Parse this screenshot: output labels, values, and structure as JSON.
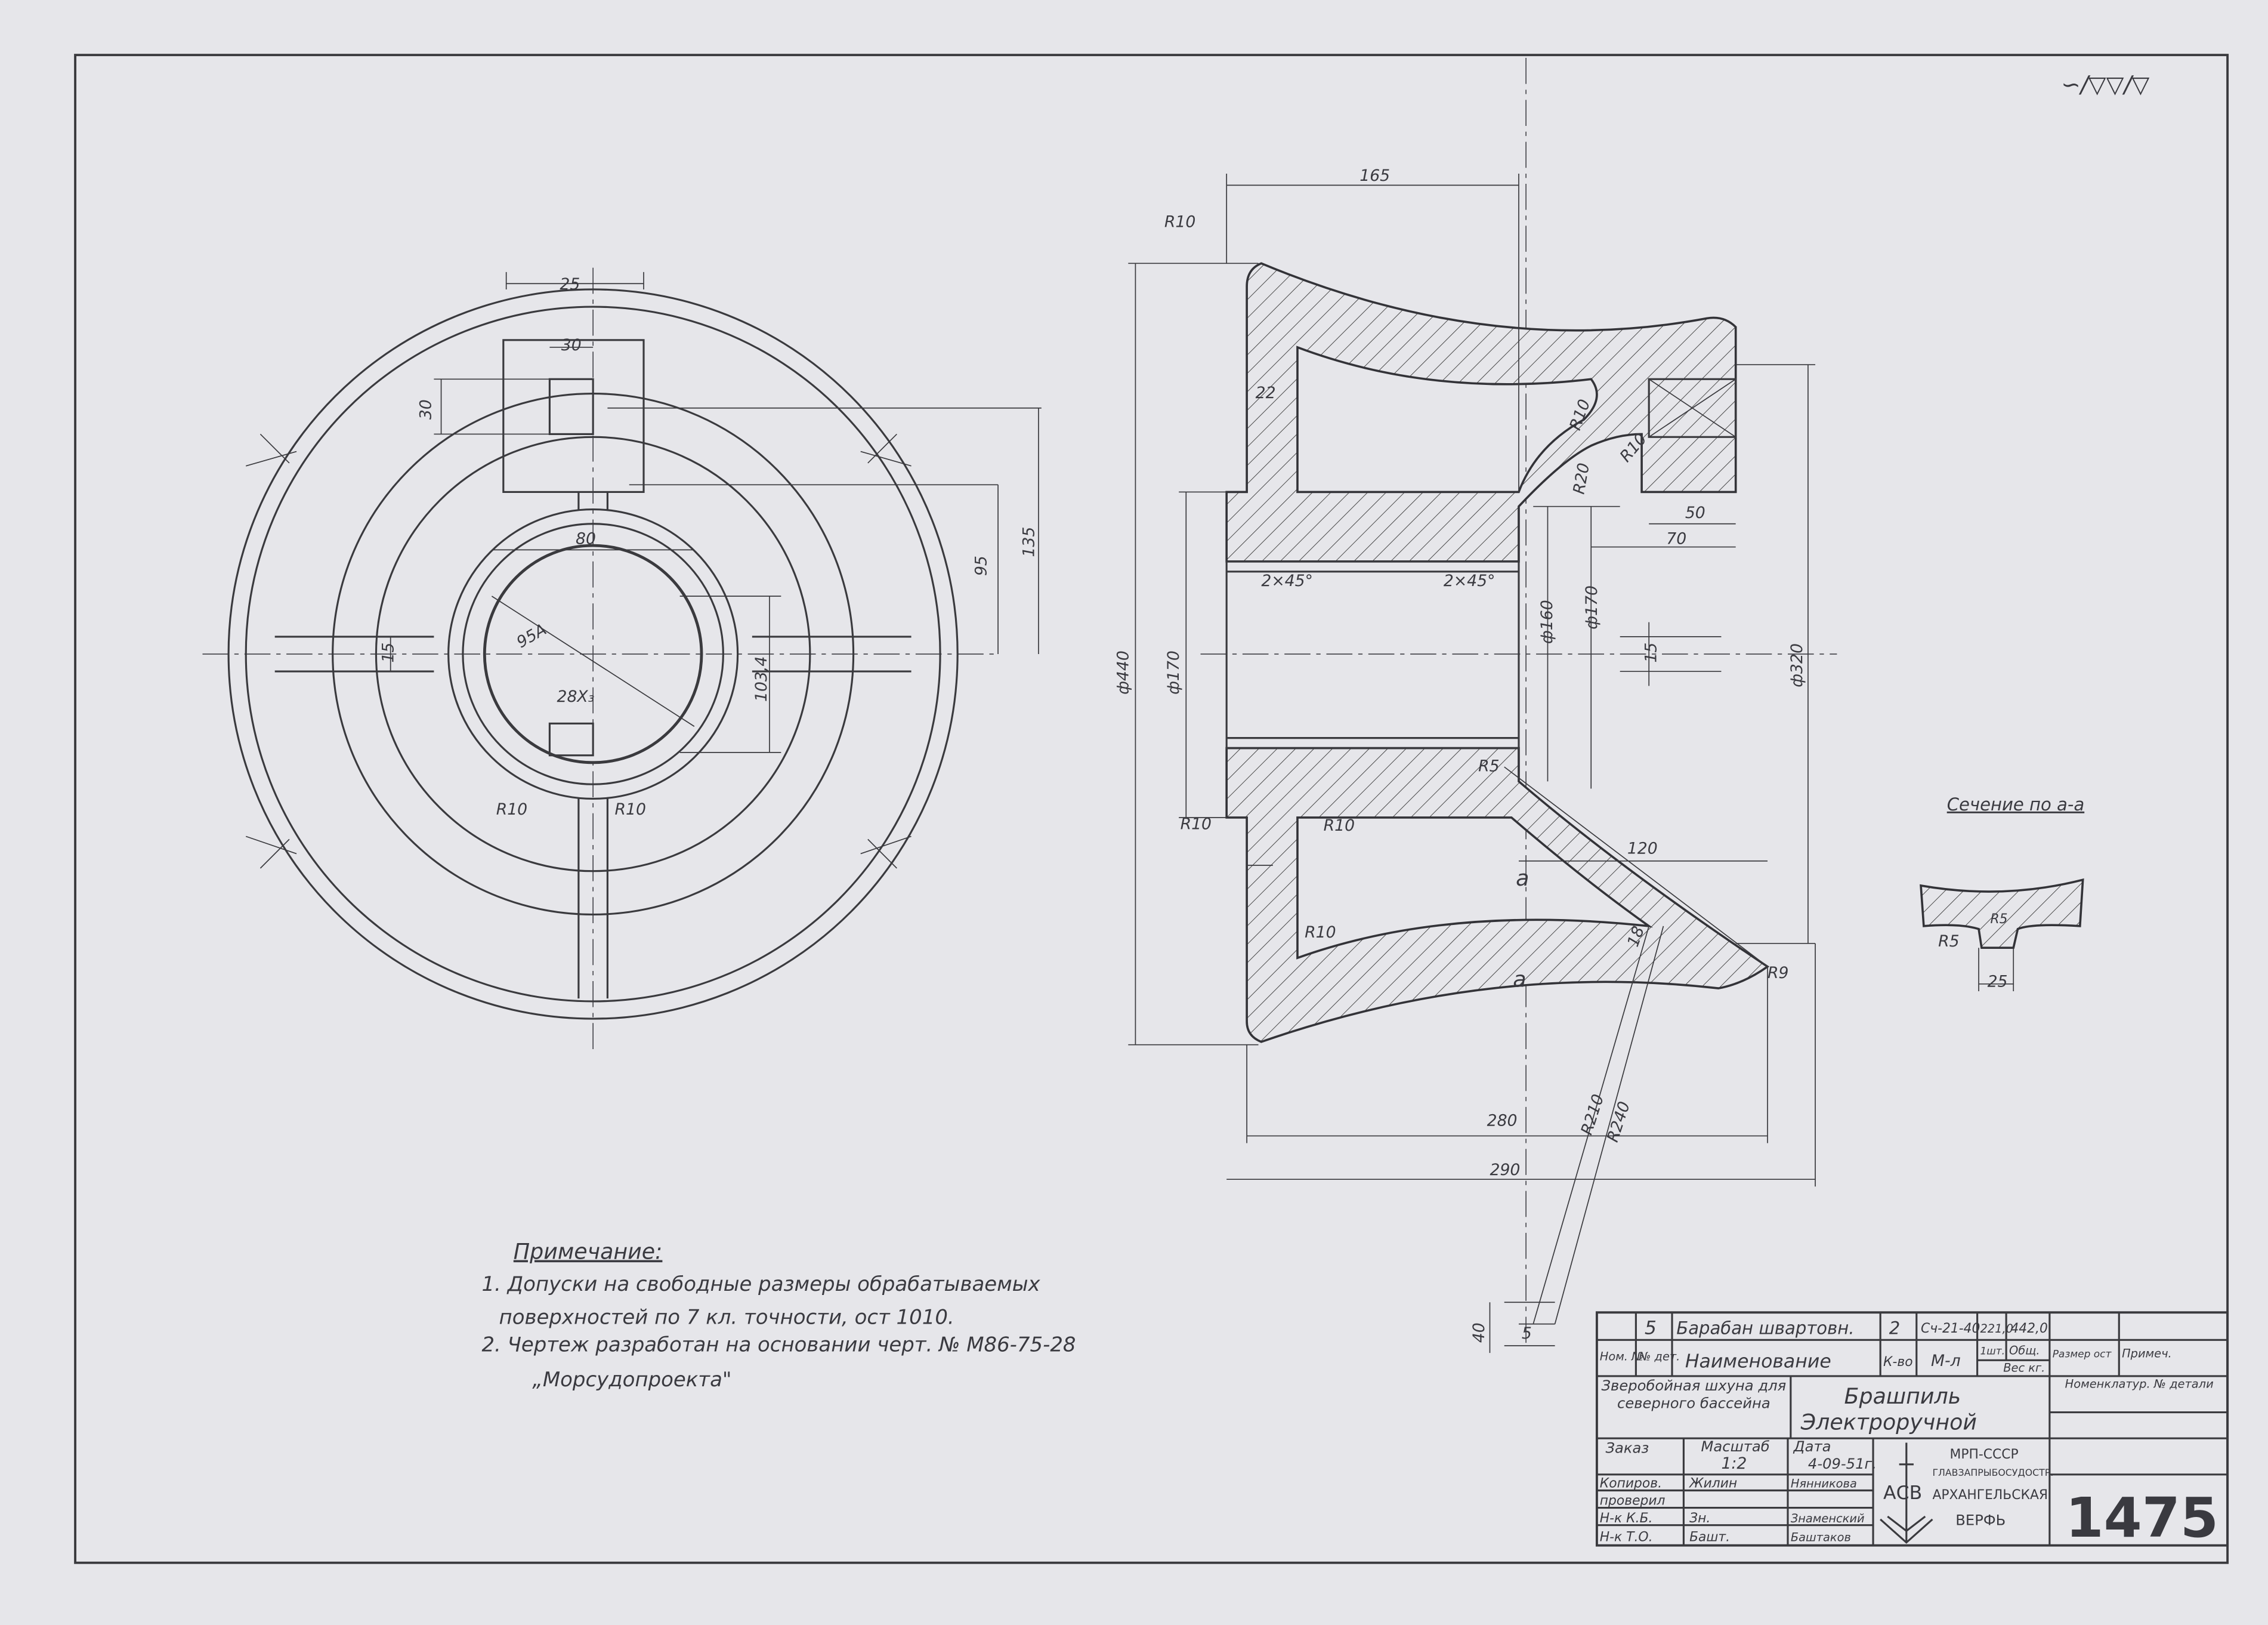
{
  "surface_symbol": "∽/▽▽/▽",
  "left_view_dims": {
    "d25": "25",
    "d30a": "30",
    "d30b": "30",
    "d135": "135",
    "d95": "95",
    "d80": "80",
    "d95A": "95A",
    "d15": "15",
    "d28x3": "28X₃",
    "d103_4": "103,4",
    "r10a": "R10",
    "r10b": "R10"
  },
  "section_dims": {
    "d165": "165",
    "r10_top": "R10",
    "d22": "22",
    "phi440": "ф440",
    "phi170_left": "ф170",
    "chamfer_left": "2×45°",
    "chamfer_right": "2×45°",
    "phi160": "ф160",
    "phi170_right": "ф170",
    "d15": "15",
    "phi320": "ф320",
    "r10_1": "R10",
    "r10_2": "R10",
    "r20": "R20",
    "d50": "50",
    "d70": "70",
    "r5": "R5",
    "r10_3": "R10",
    "r10_4": "R10",
    "d120": "120",
    "a_top": "a",
    "a_bottom": "a",
    "d18": "18",
    "r10_5": "R10",
    "r9": "R9",
    "r210": "R210",
    "r240": "R240",
    "d280": "280",
    "d290": "290",
    "d40": "40",
    "d5": "5"
  },
  "section_aa": {
    "title": "Сечение по а-а",
    "r5a": "R5",
    "r5b": "R5",
    "d25": "25"
  },
  "notes": {
    "title": "Примечание:",
    "items": [
      "1. Допуски на свободные размеры обрабатываемых",
      "поверхностей по 7 кл. точности, ост 1010.",
      "2. Чертеж разработан на основании черт. № М86-75-28",
      "„Морсудопроекта\""
    ]
  },
  "title_block": {
    "row1": {
      "pos": "",
      "det_no": "5",
      "name": "Барабан швартовн.",
      "qty": "2",
      "material": "Сч-21-40",
      "weight_one": "221,0",
      "weight_total": "442,0",
      "size": "",
      "note": ""
    },
    "header": {
      "pos": "Ном. №",
      "det": "№ дет.",
      "name": "Наименование",
      "qty": "К-во",
      "material": "М-л",
      "one": "1шт.",
      "total": "Общ.",
      "weight": "Вес кг.",
      "size": "Размер ост",
      "note": "Примеч."
    },
    "project": "Зверобойная шхуна для северного бассейна",
    "product_line1": "Брашпиль",
    "product_line2": "Электроручной",
    "nomenclature_label": "Номенклатур. № детали",
    "order_label": "Заказ",
    "scale_label": "Масштаб",
    "scale": "1:2",
    "date_label": "Дата",
    "date": "4-09-51г.",
    "roles": [
      {
        "role": "Копиров.",
        "signature": "Жилин",
        "name": "Нянникова"
      },
      {
        "role": "проверил",
        "signature": "",
        "name": ""
      },
      {
        "role": "Н-к К.Б.",
        "signature": "Зн.",
        "name": "Знаменский"
      },
      {
        "role": "Н-к Т.О.",
        "signature": "Башт.",
        "name": "Баштаков"
      }
    ],
    "logo_text": "АСВ",
    "org_line1": "МРП-СССР",
    "org_line2": "ГЛАВЗАПРЫБОСУДОСТР.",
    "org_line3": "АРХАНГЕЛЬСКАЯ",
    "org_line4": "ВЕРФЬ",
    "drawing_number": "1475"
  },
  "colors": {
    "paper": "#e6e6ea",
    "ink": "#3a3a3e"
  }
}
